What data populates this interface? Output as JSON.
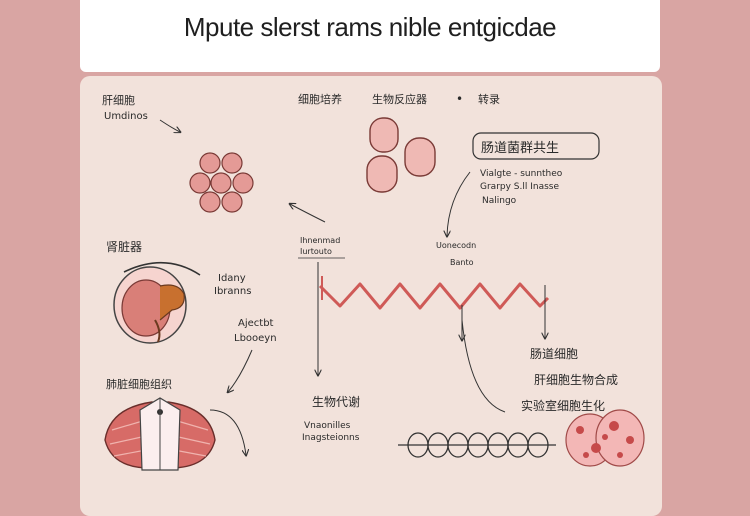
{
  "title": "Mpute slerst rams nible entgicdae",
  "labels": {
    "top_left_cn": "肝细胞",
    "top_left_en": "Umdinos",
    "top_center_cn": "细胞培养",
    "top_center_cn2": "生物反应器",
    "top_center_dot": "•",
    "top_right_cn": "转录",
    "boxed_cn": "肠道菌群共生",
    "right_en_1": "Vialgte - sunntheo",
    "right_en_2": "Grarpy  S.ll  Inasse",
    "right_en_3": "Nalingo",
    "mid_left_small_1": "Ihnenmad",
    "mid_left_small_2": "Iurtouto",
    "mid_right_small_1": "Uonecodn",
    "mid_right_small_2": "Banto",
    "left_cn_2": "肾脏器",
    "kidney_en_1": "Idany",
    "kidney_en_2": "Ibranns",
    "kidney_en_3": "Ajectbt",
    "kidney_en_4": "Lbooeyn",
    "right_cn_2": "肠道细胞",
    "right_cn_3": "肝细胞生物合成",
    "right_cn_4": "实验室细胞生化",
    "left_cn_3": "肺脏细胞组织",
    "bottom_cn": "生物代谢",
    "bottom_en_1": "Vnaonilles",
    "bottom_en_2": "Inagsteionns"
  },
  "colors": {
    "background": "#d9a5a3",
    "panel": "#f2e2db",
    "wave": "#cf5a57",
    "organ": "#c26a63",
    "cell_fill": "#f0c0bc",
    "arrow": "#333333"
  }
}
